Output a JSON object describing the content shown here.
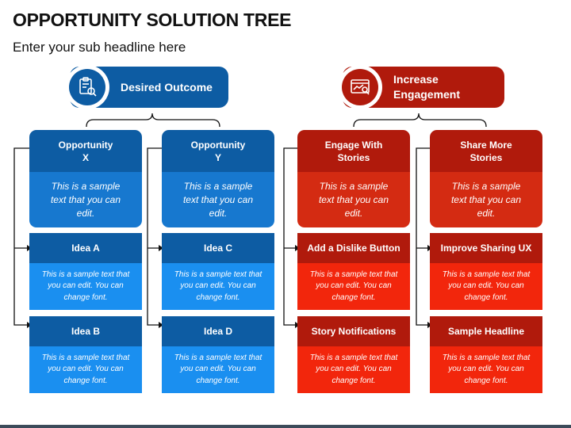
{
  "title": "OPPORTUNITY SOLUTION TREE",
  "subtitle": "Enter your sub headline here",
  "colors": {
    "blue_dark": "#0d5ca3",
    "blue_mid": "#1778cf",
    "blue_light": "#1a8ff0",
    "red_dark": "#b01a0c",
    "red_mid": "#d42b12",
    "red_light": "#f2260c"
  },
  "left_tree": {
    "root": {
      "label": "Desired Outcome",
      "icon": "clipboard-magnifier-icon"
    },
    "opportunities": [
      {
        "title": "Opportunity\nX",
        "text": "This is a sample text that you can edit.",
        "ideas": [
          {
            "title": "Idea A",
            "text": "This is a sample text that you can edit. You can change font."
          },
          {
            "title": "Idea B",
            "text": "This is a sample text that you can edit. You can change font."
          }
        ]
      },
      {
        "title": "Opportunity\nY",
        "text": "This is a sample text that you can edit.",
        "ideas": [
          {
            "title": "Idea C",
            "text": "This is a sample text that you can edit. You can change font."
          },
          {
            "title": "Idea D",
            "text": "This is a sample text that you can edit. You can change font."
          }
        ]
      }
    ]
  },
  "right_tree": {
    "root": {
      "label": "Increase\nEngagement",
      "icon": "engagement-dashboard-icon"
    },
    "opportunities": [
      {
        "title": "Engage With\nStories",
        "text": "This is a sample text that you can edit.",
        "ideas": [
          {
            "title": "Add a Dislike Button",
            "text": "This is a sample text that you can edit. You can change font."
          },
          {
            "title": "Story Notifications",
            "text": "This is a sample text that you can edit. You can change font."
          }
        ]
      },
      {
        "title": "Share More\nStories",
        "text": "This is a sample text that you can edit.",
        "ideas": [
          {
            "title": "Improve Sharing UX",
            "text": "This is a sample text that you can edit. You can change font."
          },
          {
            "title": "Sample Headline",
            "text": "This is a sample text that you can edit. You can change font."
          }
        ]
      }
    ]
  }
}
